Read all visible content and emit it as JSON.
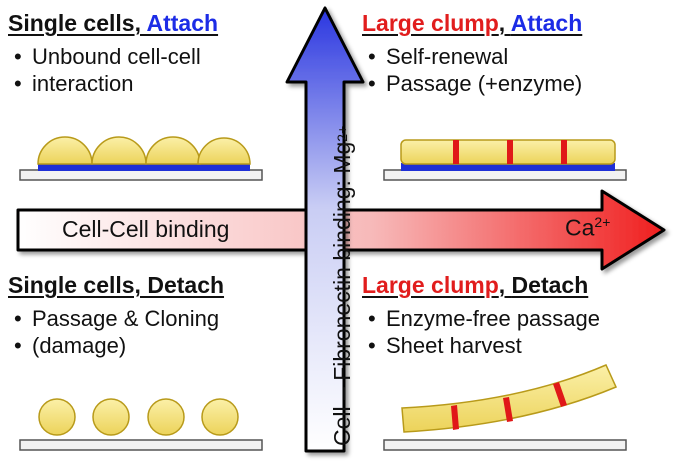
{
  "quadrants": {
    "top_left": {
      "title_a": "Single cells",
      "title_sep": ", ",
      "title_b": "Attach",
      "bullets": [
        "Unbound cell-cell",
        "interaction"
      ]
    },
    "top_right": {
      "title_a": "Large clump",
      "title_sep": ", ",
      "title_b": "Attach",
      "bullets": [
        "Self-renewal",
        "Passage (+enzyme)"
      ]
    },
    "bottom_left": {
      "title_a": "Single cells, Detach",
      "bullets": [
        "Passage & Cloning",
        "(damage)"
      ]
    },
    "bottom_right": {
      "title_a": "Large clump",
      "title_sep": ", ",
      "title_b": "Detach",
      "bullets": [
        "Enzyme-free passage",
        "Sheet harvest"
      ]
    }
  },
  "axes": {
    "horizontal_label": "Cell-Cell binding",
    "horizontal_ion": "Ca",
    "horizontal_ion_sup": "2+",
    "vertical_label": "Cell – Fibronectin binding: Mg",
    "vertical_ion_sup": "2+"
  },
  "colors": {
    "cell_fill": "#f6e27a",
    "cell_stroke": "#b89a1a",
    "adhesion_blue": "#1f2fd6",
    "junction_red": "#e01818",
    "accent_blue": "#1c2ce6",
    "accent_red": "#e11d1d"
  }
}
